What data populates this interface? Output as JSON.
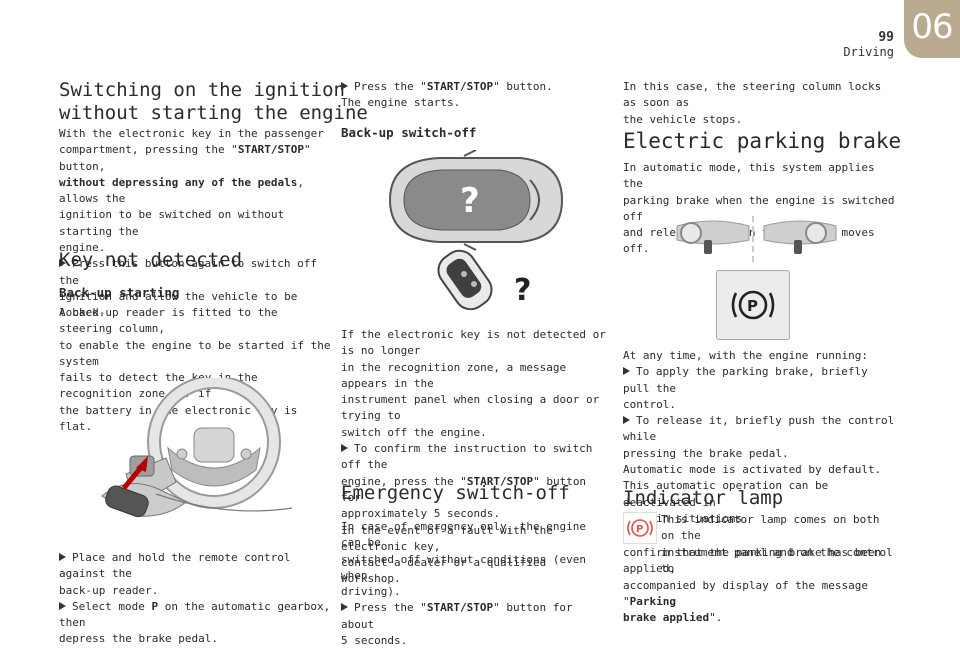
{
  "header": {
    "page_number": "99",
    "section": "Driving",
    "chapter": "06"
  },
  "col1": {
    "ignition_title_l1": "Switching on the ignition",
    "ignition_title_l2": "without starting the engine",
    "ignition_p1_a": "With the electronic key in the passenger",
    "ignition_p1_b": "compartment, pressing the \"",
    "ignition_p1_btn": "START/STOP",
    "ignition_p1_c": "\" button,",
    "ignition_p1_bold": "without depressing any of the pedals",
    "ignition_p1_d": ", allows the",
    "ignition_p1_e": "ignition to be switched on without starting the",
    "ignition_p1_f": "engine.",
    "ignition_p2_a": "Press this button again to switch off the",
    "ignition_p2_b": "ignition and allow the vehicle to be locked.",
    "key_title": "Key not detected",
    "backup_start_title": "Back-up starting",
    "backup_p1": "A back-up reader is fitted to the steering column,",
    "backup_p2": "to enable the engine to be started if the system",
    "backup_p3": "fails to detect the key in the recognition zone, or if",
    "backup_p4": "the battery in the electronic key is flat.",
    "step1_a": "Place and hold the remote control against the",
    "step1_b": "back-up reader.",
    "step2_a": "Select mode ",
    "step2_mode": "P",
    "step2_b": " on the automatic gearbox, then",
    "step2_c": "depress the brake pedal."
  },
  "col2": {
    "press_a": "Press the \"",
    "press_btn": "START/STOP",
    "press_b": "\" button.",
    "engine_starts": "The engine starts.",
    "backup_off_title": "Back-up switch-off",
    "qmark_car": "?",
    "qmark_key": "?",
    "nd_1": "If the electronic key is not detected or is no longer",
    "nd_2": "in the recognition zone, a message appears in the",
    "nd_3": "instrument panel when closing a door or trying to",
    "nd_4": "switch off the engine.",
    "confirm_a": "To confirm the instruction to switch off the",
    "confirm_b": "engine, press the \"",
    "confirm_btn": "START/STOP",
    "confirm_c": "\" button for",
    "confirm_d": "approximately 5 seconds.",
    "fault_a": "In the event of a fault with the electronic key,",
    "fault_b": "contact a dealer or a qualified workshop.",
    "emergency_title": "Emergency switch-off",
    "em_1": "In case of emergency only, the engine can be",
    "em_2": "switched off without conditions (even when",
    "em_3": "driving).",
    "em_press_a": "Press the \"",
    "em_press_btn": "START/STOP",
    "em_press_b": "\" button for about",
    "em_press_c": "5 seconds."
  },
  "col3": {
    "lock_a": "In this case, the steering column locks as soon as",
    "lock_b": "the vehicle stops.",
    "epb_title": "Electric parking brake",
    "epb_1": "In automatic mode, this system applies the",
    "epb_2": "parking brake when the engine is switched off",
    "epb_3": "and releases it when the vehicle moves off.",
    "epb_symbol": "(P)",
    "any_time": "At any time, with the engine running:",
    "apply_a": "To apply the parking brake, briefly pull the",
    "apply_b": "control.",
    "release_a": "To release it, briefly push the control while",
    "release_b": "pressing the brake pedal.",
    "auto_default": "Automatic mode is activated by default.",
    "deact_a": "This automatic operation can be deactivated in",
    "deact_b": "certain situations.",
    "indicator_title": "Indicator lamp",
    "ind_symbol": "(P)",
    "ind_1": "This indicator lamp comes on both on the",
    "ind_2": "instrument panel and on the control to",
    "ind_3": "confirm that the parking brake has been applied,",
    "ind_4a": "accompanied by display of the message \"",
    "ind_4bold": "Parking",
    "ind_5bold": "brake applied",
    "ind_5b": "\"."
  },
  "colors": {
    "chapter_tab": "#b8a98f",
    "indicator_red": "#d9534f"
  }
}
